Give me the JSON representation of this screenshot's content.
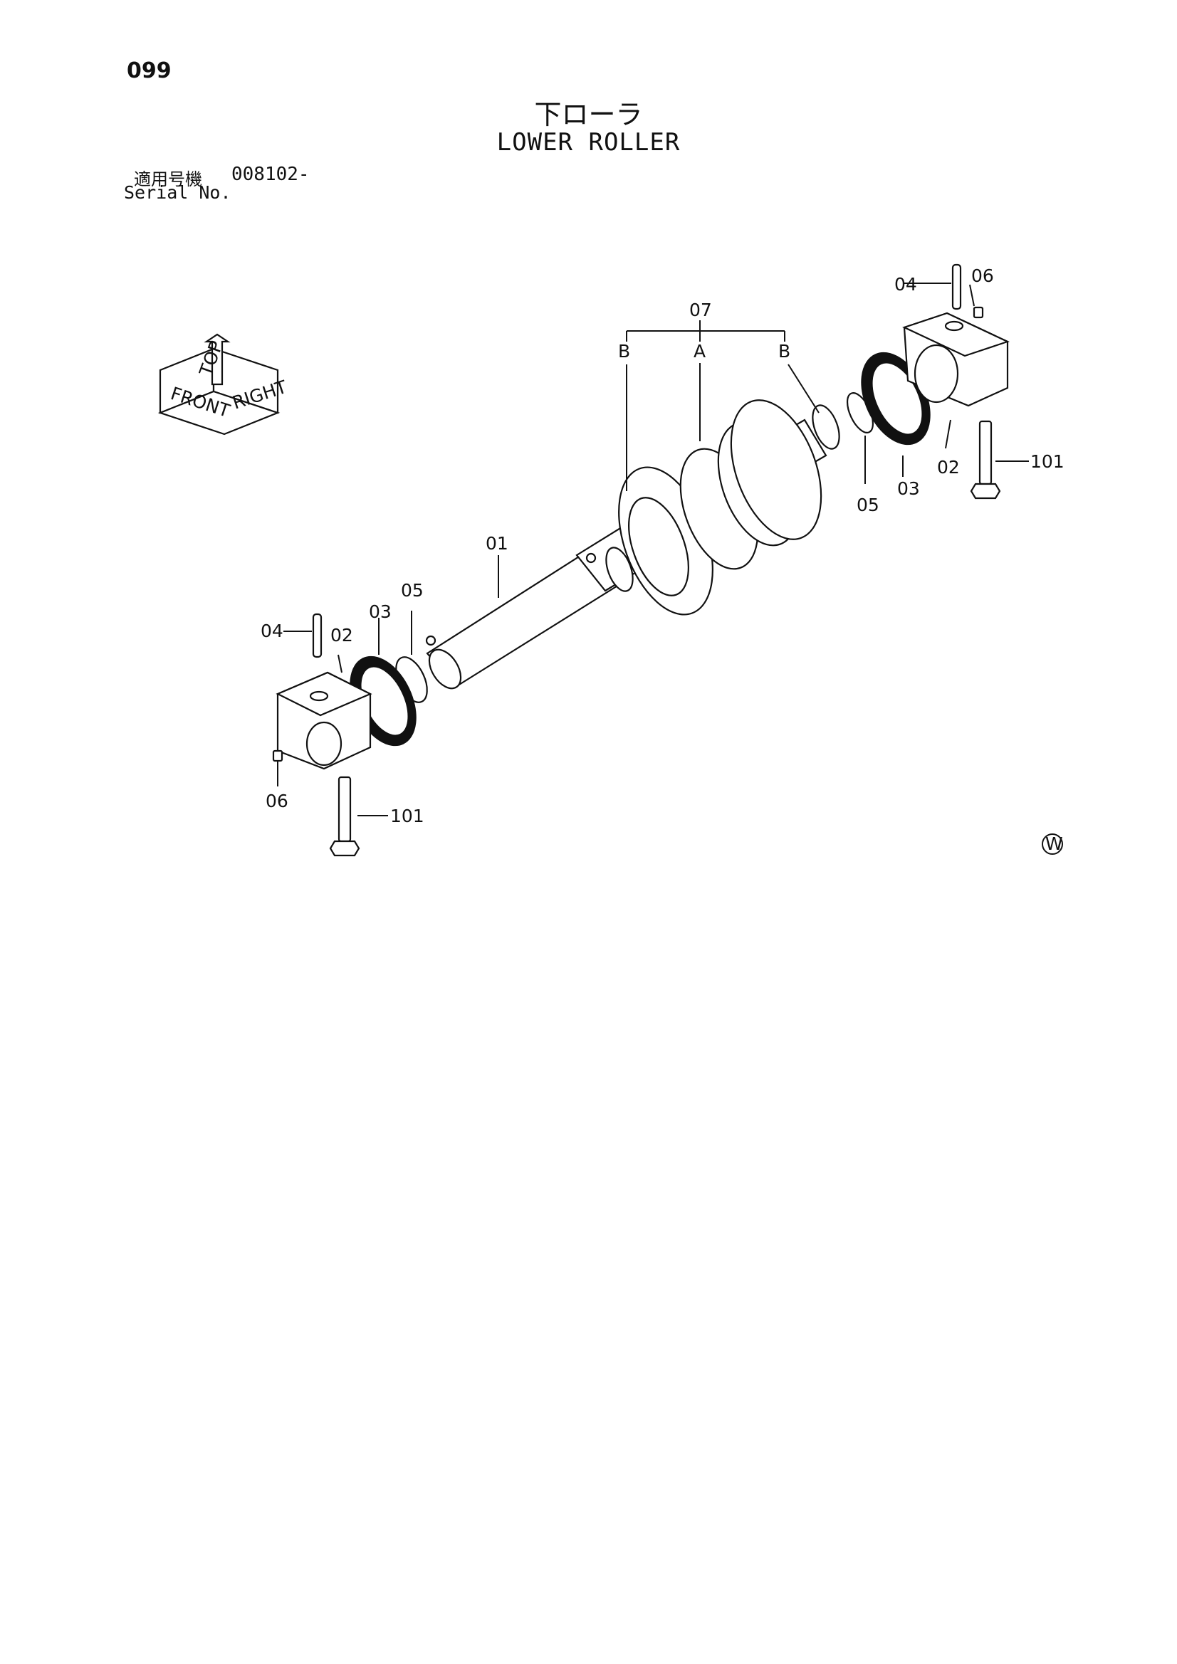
{
  "page": {
    "number": "099",
    "title_jp": "下ローラ",
    "title_en": "LOWER ROLLER",
    "serial_label_jp": "適用号機",
    "serial_label_en": "Serial No.",
    "serial_value": "008102-",
    "mark": "W"
  },
  "orientation": {
    "top": "TOP",
    "front": "FRONT",
    "right": "RIGHT"
  },
  "callouts": {
    "c01": "01",
    "c02_left": "02",
    "c02_right": "02",
    "c03_left": "03",
    "c03_right": "03",
    "c04_left": "04",
    "c04_right": "04",
    "c05_left": "05",
    "c05_right": "05",
    "c06_left": "06",
    "c06_right": "06",
    "c07": "07",
    "c101_left": "101",
    "c101_right": "101",
    "subA": "A",
    "subB_left": "B",
    "subB_right": "B"
  },
  "colors": {
    "ink": "#111111",
    "paper": "#ffffff"
  }
}
